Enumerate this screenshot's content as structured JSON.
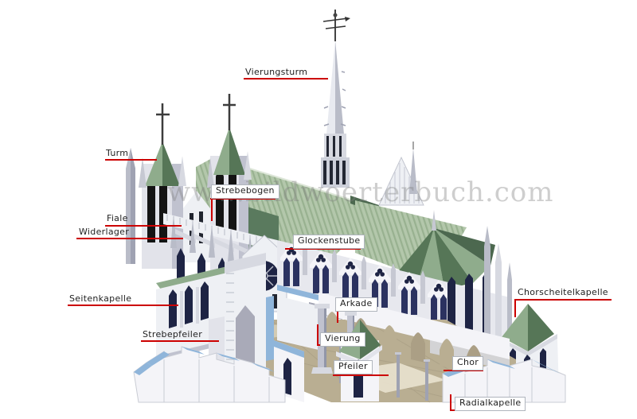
{
  "watermark": "www.bildwoerterbuch.com",
  "labels": {
    "vierungsturm": "Vierungsturm",
    "turm": "Turm",
    "strebebogen": "Strebebogen",
    "fiale": "Fiale",
    "widerlager": "Widerlager",
    "glockenstube": "Glockenstube",
    "seitenkapelle": "Seitenkapelle",
    "strebepfeiler": "Strebepfeiler",
    "arkade": "Arkade",
    "vierung": "Vierung",
    "pfeiler": "Pfeiler",
    "chor": "Chor",
    "chorscheitelkapelle": "Chorscheitelkapelle",
    "radialkapelle": "Radialkapelle"
  },
  "colors": {
    "leader_line": "#cc0000",
    "label_text": "#1f1f1f",
    "roof_light_green": "#b3c7ab",
    "roof_dark_green": "#567657",
    "window_navy": "#1e2444",
    "cut_surface_blue": "#8fb5da",
    "floor_tan": "#b9ae92",
    "stone_light": "#eef0f4"
  }
}
